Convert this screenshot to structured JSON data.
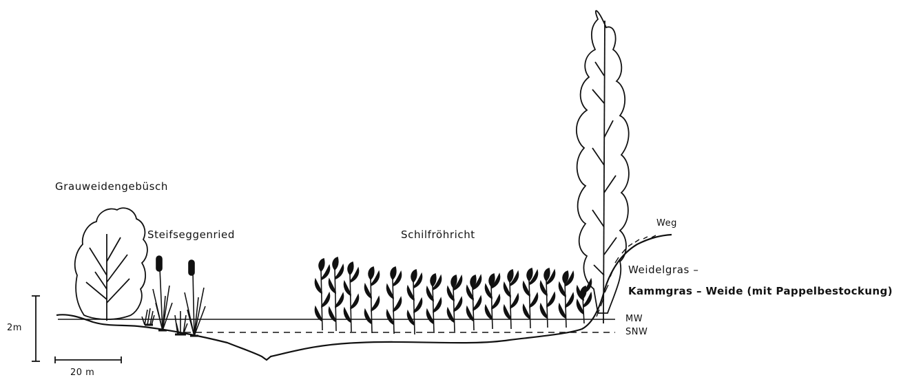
{
  "figure": {
    "labels": {
      "grauweidengebuesch": "Grauweidengebüsch",
      "steifseggenried": "Steifseggenried",
      "schilfroehricht": "Schilfröhricht",
      "weg": "Weg",
      "weide_line1": "Weidelgras –",
      "weide_line2": "Kammgras – Weide (mit Pappelbestockung)"
    },
    "water_levels": {
      "mw": "MW",
      "snw": "SNW"
    },
    "scale": {
      "vertical": "2m",
      "horizontal": "20 m"
    }
  }
}
